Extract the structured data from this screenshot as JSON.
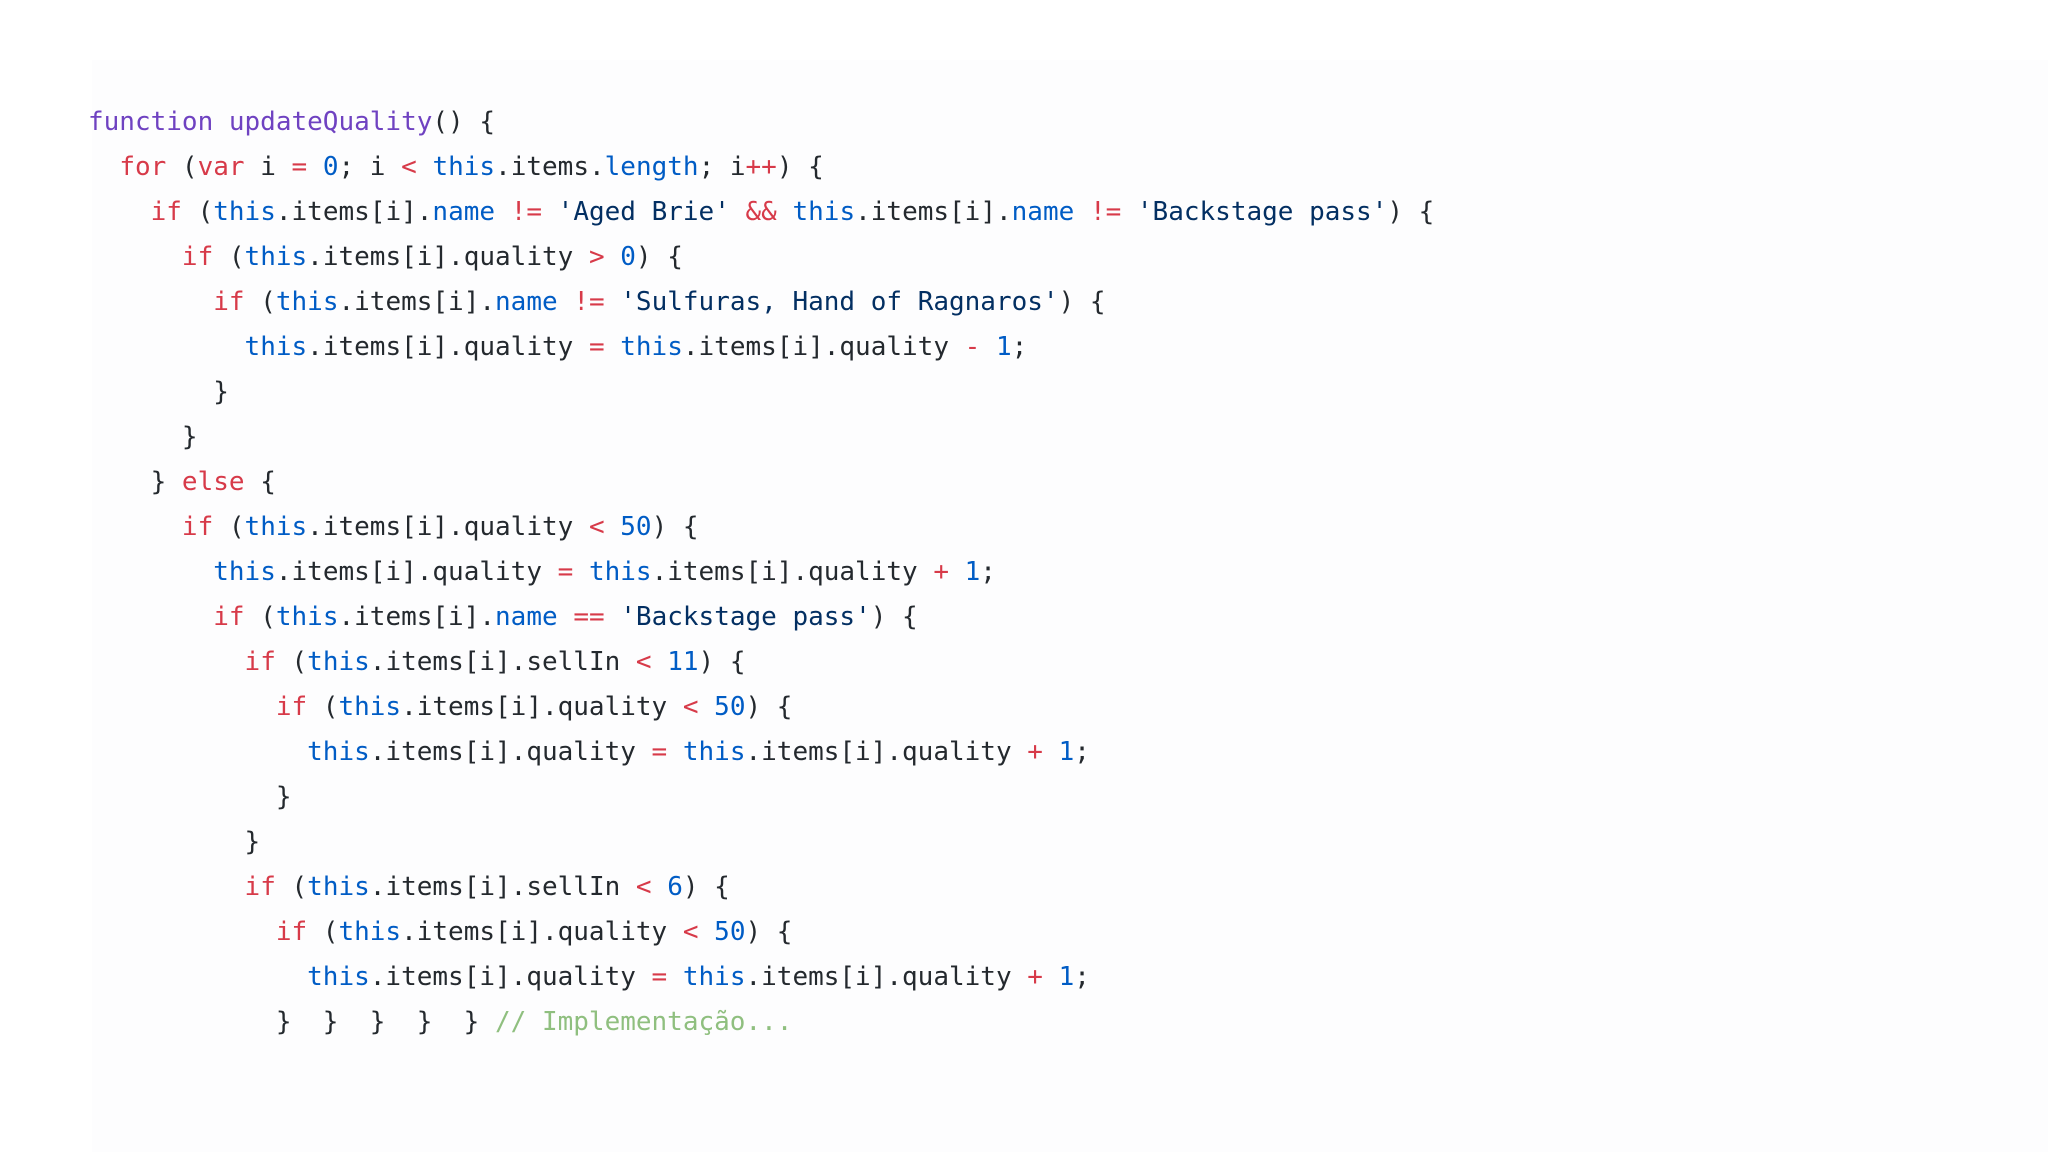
{
  "code_block": {
    "language": "javascript",
    "colors": {
      "kw": "#d73a49",
      "fn": "#6f42c1",
      "this": "#005cc5",
      "prop": "#005cc5",
      "num": "#005cc5",
      "op": "#d73a49",
      "str": "#032f62",
      "cmt": "#8fbf7f",
      "pl": "#24292e"
    },
    "lines": [
      [
        [
          "fn",
          "function updateQuality"
        ],
        [
          "pl",
          "() {"
        ]
      ],
      [
        [
          "pl",
          "  "
        ],
        [
          "kw",
          "for"
        ],
        [
          "pl",
          " ("
        ],
        [
          "kw",
          "var"
        ],
        [
          "pl",
          " i "
        ],
        [
          "op",
          "="
        ],
        [
          "pl",
          " "
        ],
        [
          "num",
          "0"
        ],
        [
          "pl",
          "; i "
        ],
        [
          "op",
          "<"
        ],
        [
          "pl",
          " "
        ],
        [
          "this",
          "this"
        ],
        [
          "pl",
          ".items."
        ],
        [
          "prop",
          "length"
        ],
        [
          "pl",
          "; i"
        ],
        [
          "op",
          "++"
        ],
        [
          "pl",
          ") {"
        ]
      ],
      [
        [
          "pl",
          "    "
        ],
        [
          "kw",
          "if"
        ],
        [
          "pl",
          " ("
        ],
        [
          "this",
          "this"
        ],
        [
          "pl",
          ".items[i]."
        ],
        [
          "prop",
          "name"
        ],
        [
          "pl",
          " "
        ],
        [
          "op",
          "!="
        ],
        [
          "pl",
          " "
        ],
        [
          "str",
          "'Aged Brie'"
        ],
        [
          "pl",
          " "
        ],
        [
          "op",
          "&&"
        ],
        [
          "pl",
          " "
        ],
        [
          "this",
          "this"
        ],
        [
          "pl",
          ".items[i]."
        ],
        [
          "prop",
          "name"
        ],
        [
          "pl",
          " "
        ],
        [
          "op",
          "!="
        ],
        [
          "pl",
          " "
        ],
        [
          "str",
          "'Backstage pass'"
        ],
        [
          "pl",
          ") {"
        ]
      ],
      [
        [
          "pl",
          "      "
        ],
        [
          "kw",
          "if"
        ],
        [
          "pl",
          " ("
        ],
        [
          "this",
          "this"
        ],
        [
          "pl",
          ".items[i].quality "
        ],
        [
          "op",
          ">"
        ],
        [
          "pl",
          " "
        ],
        [
          "num",
          "0"
        ],
        [
          "pl",
          ") {"
        ]
      ],
      [
        [
          "pl",
          "        "
        ],
        [
          "kw",
          "if"
        ],
        [
          "pl",
          " ("
        ],
        [
          "this",
          "this"
        ],
        [
          "pl",
          ".items[i]."
        ],
        [
          "prop",
          "name"
        ],
        [
          "pl",
          " "
        ],
        [
          "op",
          "!="
        ],
        [
          "pl",
          " "
        ],
        [
          "str",
          "'Sulfuras, Hand of Ragnaros'"
        ],
        [
          "pl",
          ") {"
        ]
      ],
      [
        [
          "pl",
          "          "
        ],
        [
          "this",
          "this"
        ],
        [
          "pl",
          ".items[i].quality "
        ],
        [
          "op",
          "="
        ],
        [
          "pl",
          " "
        ],
        [
          "this",
          "this"
        ],
        [
          "pl",
          ".items[i].quality "
        ],
        [
          "op",
          "-"
        ],
        [
          "pl",
          " "
        ],
        [
          "num",
          "1"
        ],
        [
          "pl",
          ";"
        ]
      ],
      [
        [
          "pl",
          "        }"
        ]
      ],
      [
        [
          "pl",
          "      }"
        ]
      ],
      [
        [
          "pl",
          "    } "
        ],
        [
          "kw",
          "else"
        ],
        [
          "pl",
          " {"
        ]
      ],
      [
        [
          "pl",
          "      "
        ],
        [
          "kw",
          "if"
        ],
        [
          "pl",
          " ("
        ],
        [
          "this",
          "this"
        ],
        [
          "pl",
          ".items[i].quality "
        ],
        [
          "op",
          "<"
        ],
        [
          "pl",
          " "
        ],
        [
          "num",
          "50"
        ],
        [
          "pl",
          ") {"
        ]
      ],
      [
        [
          "pl",
          "        "
        ],
        [
          "this",
          "this"
        ],
        [
          "pl",
          ".items[i].quality "
        ],
        [
          "op",
          "="
        ],
        [
          "pl",
          " "
        ],
        [
          "this",
          "this"
        ],
        [
          "pl",
          ".items[i].quality "
        ],
        [
          "op",
          "+"
        ],
        [
          "pl",
          " "
        ],
        [
          "num",
          "1"
        ],
        [
          "pl",
          ";"
        ]
      ],
      [
        [
          "pl",
          "        "
        ],
        [
          "kw",
          "if"
        ],
        [
          "pl",
          " ("
        ],
        [
          "this",
          "this"
        ],
        [
          "pl",
          ".items[i]."
        ],
        [
          "prop",
          "name"
        ],
        [
          "pl",
          " "
        ],
        [
          "op",
          "=="
        ],
        [
          "pl",
          " "
        ],
        [
          "str",
          "'Backstage pass'"
        ],
        [
          "pl",
          ") {"
        ]
      ],
      [
        [
          "pl",
          "          "
        ],
        [
          "kw",
          "if"
        ],
        [
          "pl",
          " ("
        ],
        [
          "this",
          "this"
        ],
        [
          "pl",
          ".items[i].sellIn "
        ],
        [
          "op",
          "<"
        ],
        [
          "pl",
          " "
        ],
        [
          "num",
          "11"
        ],
        [
          "pl",
          ") {"
        ]
      ],
      [
        [
          "pl",
          "            "
        ],
        [
          "kw",
          "if"
        ],
        [
          "pl",
          " ("
        ],
        [
          "this",
          "this"
        ],
        [
          "pl",
          ".items[i].quality "
        ],
        [
          "op",
          "<"
        ],
        [
          "pl",
          " "
        ],
        [
          "num",
          "50"
        ],
        [
          "pl",
          ") {"
        ]
      ],
      [
        [
          "pl",
          "              "
        ],
        [
          "this",
          "this"
        ],
        [
          "pl",
          ".items[i].quality "
        ],
        [
          "op",
          "="
        ],
        [
          "pl",
          " "
        ],
        [
          "this",
          "this"
        ],
        [
          "pl",
          ".items[i].quality "
        ],
        [
          "op",
          "+"
        ],
        [
          "pl",
          " "
        ],
        [
          "num",
          "1"
        ],
        [
          "pl",
          ";"
        ]
      ],
      [
        [
          "pl",
          "            }"
        ]
      ],
      [
        [
          "pl",
          "          }"
        ]
      ],
      [
        [
          "pl",
          "          "
        ],
        [
          "kw",
          "if"
        ],
        [
          "pl",
          " ("
        ],
        [
          "this",
          "this"
        ],
        [
          "pl",
          ".items[i].sellIn "
        ],
        [
          "op",
          "<"
        ],
        [
          "pl",
          " "
        ],
        [
          "num",
          "6"
        ],
        [
          "pl",
          ") {"
        ]
      ],
      [
        [
          "pl",
          "            "
        ],
        [
          "kw",
          "if"
        ],
        [
          "pl",
          " ("
        ],
        [
          "this",
          "this"
        ],
        [
          "pl",
          ".items[i].quality "
        ],
        [
          "op",
          "<"
        ],
        [
          "pl",
          " "
        ],
        [
          "num",
          "50"
        ],
        [
          "pl",
          ") {"
        ]
      ],
      [
        [
          "pl",
          "              "
        ],
        [
          "this",
          "this"
        ],
        [
          "pl",
          ".items[i].quality "
        ],
        [
          "op",
          "="
        ],
        [
          "pl",
          " "
        ],
        [
          "this",
          "this"
        ],
        [
          "pl",
          ".items[i].quality "
        ],
        [
          "op",
          "+"
        ],
        [
          "pl",
          " "
        ],
        [
          "num",
          "1"
        ],
        [
          "pl",
          ";"
        ]
      ],
      [
        [
          "pl",
          "            }  }  }  }  } "
        ],
        [
          "cmt",
          "// Implementação..."
        ]
      ]
    ]
  }
}
